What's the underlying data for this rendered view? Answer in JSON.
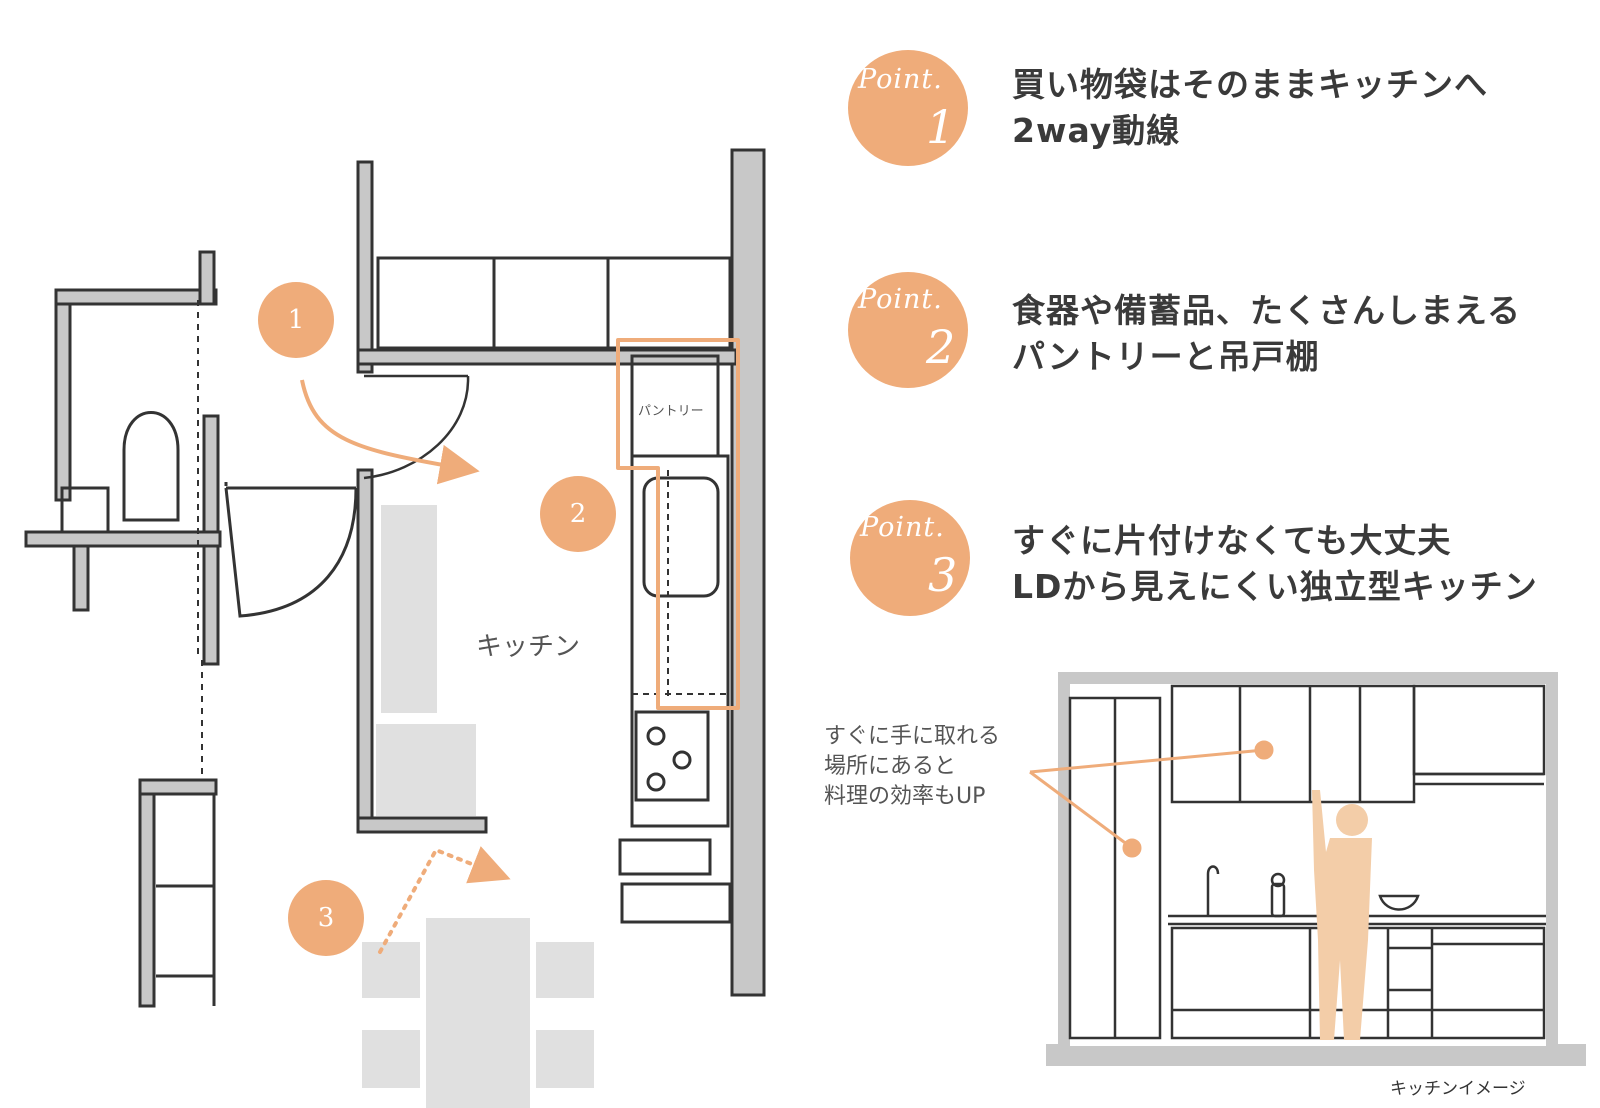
{
  "points": [
    {
      "badge_label": "Point.",
      "number": "1",
      "lines": [
        "買い物袋はそのままキッチンへ",
        "2way動線"
      ]
    },
    {
      "badge_label": "Point.",
      "number": "2",
      "lines": [
        "食器や備蓄品、たくさんしまえる",
        "パントリーと吊戸棚"
      ]
    },
    {
      "badge_label": "Point.",
      "number": "3",
      "lines": [
        "すぐに片付けなくても大丈夫",
        "LDから見えにくい独立型キッチン"
      ]
    }
  ],
  "floorplan": {
    "markers": [
      "1",
      "2",
      "3"
    ],
    "room_label": "キッチン",
    "pantry_label": "パントリー"
  },
  "elevation": {
    "annotation_lines": [
      "すぐに手に取れる",
      "場所にあると",
      "料理の効率もUP"
    ],
    "caption": "キッチンイメージ"
  },
  "colors": {
    "accent": "#efac7a",
    "wall_fill": "#c8c8c8",
    "furniture": "#e0e0e0",
    "text": "#3a3a3a",
    "person": "#f3cda8"
  }
}
